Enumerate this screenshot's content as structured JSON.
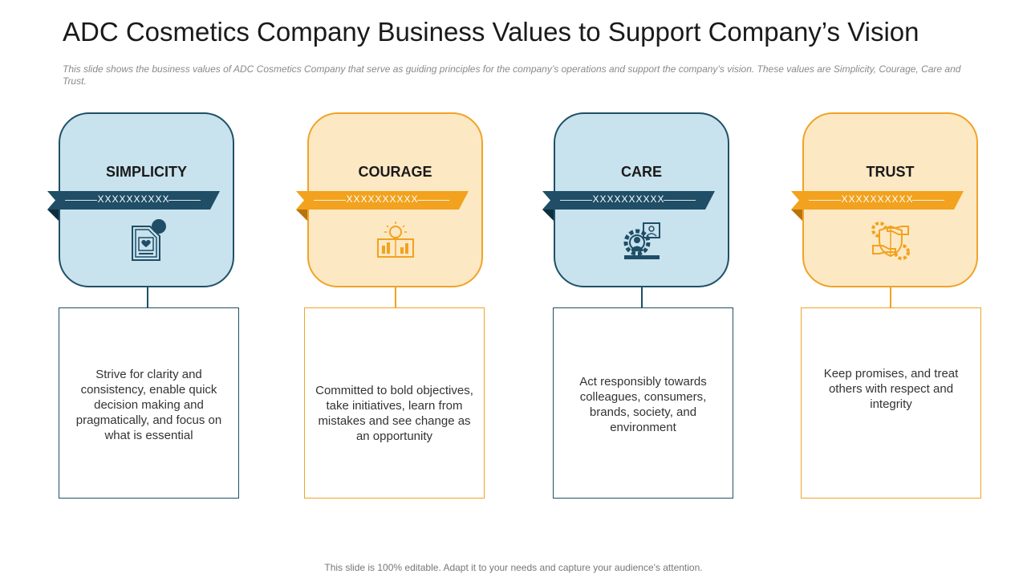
{
  "slide": {
    "title": "ADC Cosmetics Company Business Values to Support Company’s Vision",
    "subtitle": "This slide shows the business values of ADC Cosmetics Company that serve as guiding principles for the company’s operations and support the company’s vision. These values are Simplicity, Courage, Care and Trust.",
    "footer": "This slide is 100% editable. Adapt it to your needs and capture your audience's attention."
  },
  "colors": {
    "navy": "#1f4e66",
    "light_blue": "#c8e2ee",
    "orange": "#f2a21e",
    "light_orange": "#fde8c4"
  },
  "values": [
    {
      "title": "SIMPLICITY",
      "ribbon": "XXXXXXXXXX",
      "icon": "document-heart-icon",
      "description": "Strive for clarity and consistency, enable quick decision making and pragmatically, and focus on what is essential"
    },
    {
      "title": "COURAGE",
      "ribbon": "XXXXXXXXXX",
      "icon": "lightbulb-chart-icon",
      "description": "Committed to bold objectives, take initiatives, learn from mistakes and see change as an opportunity"
    },
    {
      "title": "CARE",
      "ribbon": "XXXXXXXXXX",
      "icon": "gear-person-icon",
      "description": "Act responsibly towards colleagues, consumers, brands, society, and environment"
    },
    {
      "title": "TRUST",
      "ribbon": "XXXXXXXXXX",
      "icon": "shield-handshake-icon",
      "description": "Keep promises, and treat others with respect and integrity"
    }
  ]
}
